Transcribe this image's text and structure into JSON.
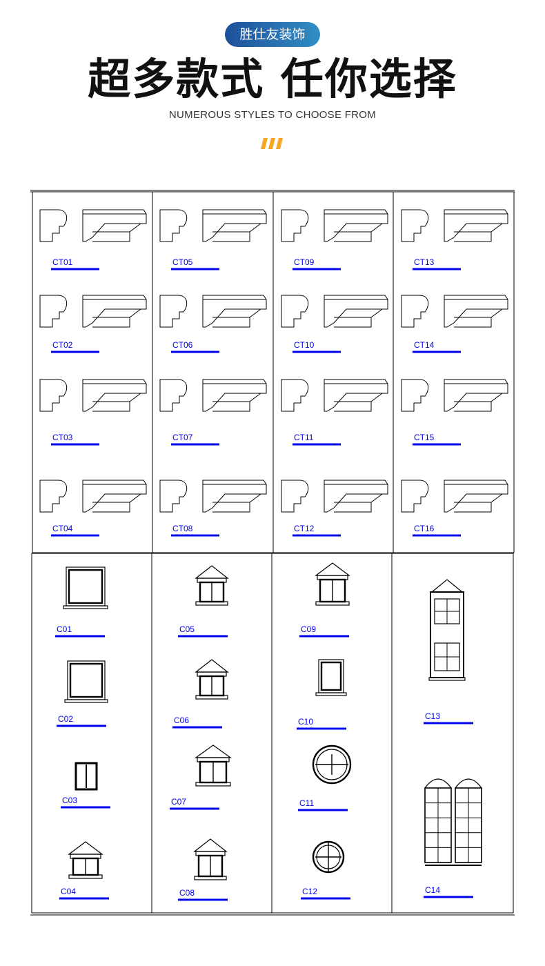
{
  "header": {
    "brand": "胜仕友装饰",
    "headline": "超多款式 任你选择",
    "subheadline": "NUMEROUS STYLES TO CHOOSE FROM"
  },
  "colors": {
    "accent_orange": "#f5a623",
    "label_blue": "#0000ee",
    "pill_start": "#1e4f9a",
    "pill_end": "#2f8fc4"
  },
  "cornice_grid": {
    "columns": [
      [
        "CT01",
        "CT02",
        "CT03",
        "CT04"
      ],
      [
        "CT05",
        "CT06",
        "CT07",
        "CT08"
      ],
      [
        "CT09",
        "CT10",
        "CT11",
        "CT12"
      ],
      [
        "CT13",
        "CT14",
        "CT15",
        "CT16"
      ]
    ]
  },
  "window_grid": {
    "columns": [
      [
        "C01",
        "C02",
        "C03",
        "C04"
      ],
      [
        "C05",
        "C06",
        "C07",
        "C08"
      ],
      [
        "C09",
        "C10",
        "C11",
        "C12"
      ],
      [
        "C13",
        "C14"
      ]
    ]
  }
}
